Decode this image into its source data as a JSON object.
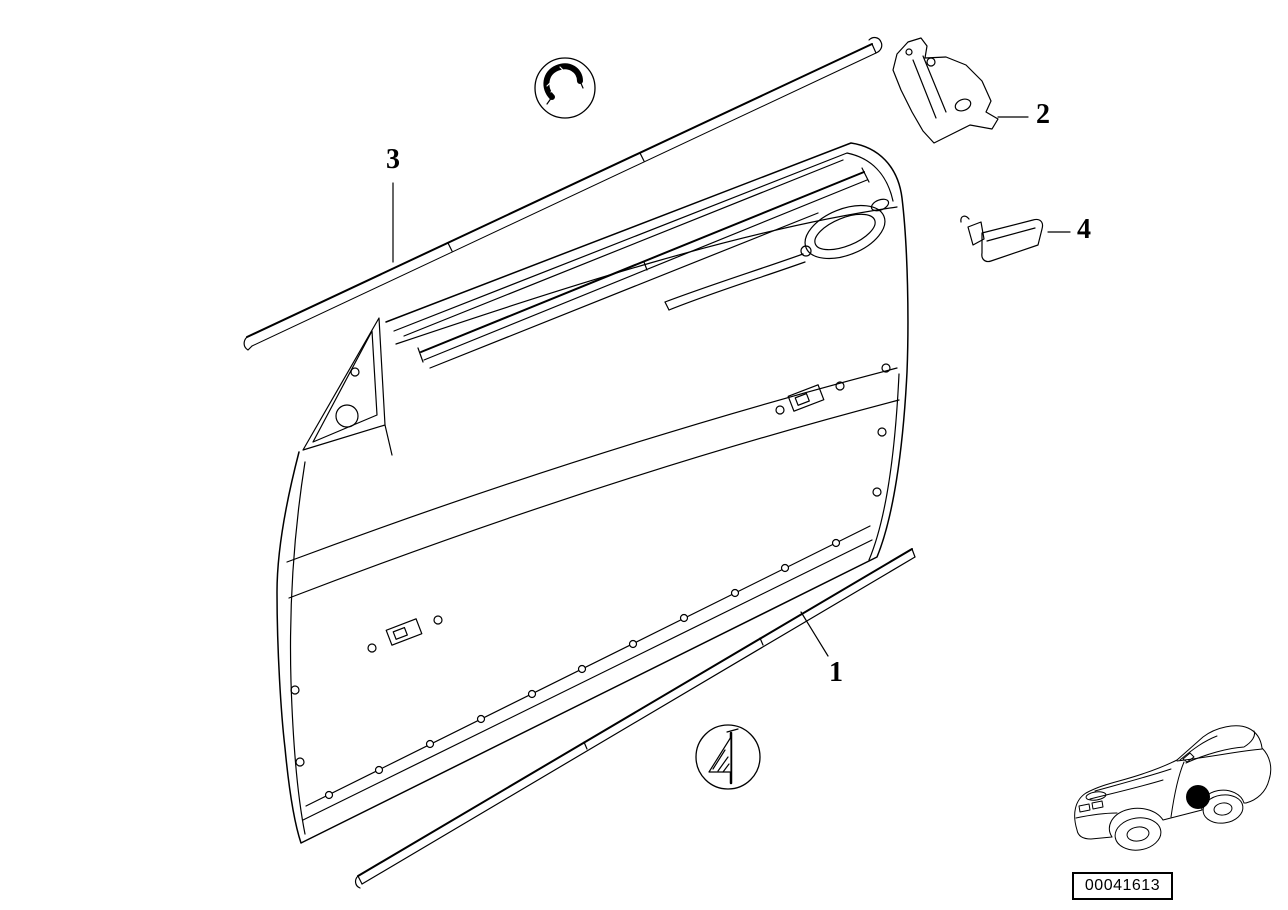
{
  "colors": {
    "background": "#ffffff",
    "line": "#000000"
  },
  "diagram": {
    "callouts": [
      {
        "label": "1"
      },
      {
        "label": "2"
      },
      {
        "label": "3"
      },
      {
        "label": "4"
      }
    ],
    "part_number": "00041613"
  }
}
